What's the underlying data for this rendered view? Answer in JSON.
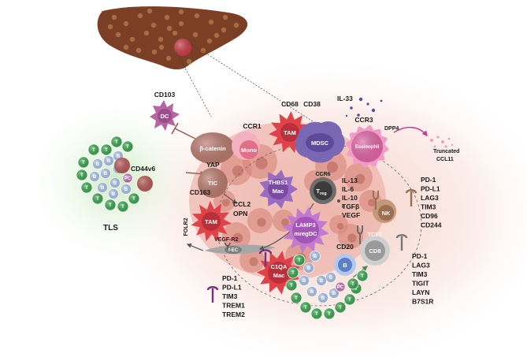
{
  "labels": {
    "tls": "TLS",
    "cd44v6": "CD44v6",
    "cd103": "CD103",
    "dc": "DC",
    "beta_catenin": "β-catenin",
    "ccr1": "CCR1",
    "mono": "Mono",
    "cd68": "CD68",
    "cd38": "CD38",
    "tam": "TAM",
    "mdsc": "MDSC",
    "il33": "IL-33",
    "ccr3": "CCR3",
    "dpp4": "DPP4",
    "eosinophil": "Eosinophil",
    "truncated_ccl11_line1": "Truncated",
    "truncated_ccl11_line2": "CCL11",
    "yap": "YAP",
    "tic": "TIC",
    "ccl2": "CCL2",
    "opn": "OPN",
    "thbs1": "THBS1",
    "mac": "Mac",
    "ccr6": "CCR6",
    "treg_main": "T",
    "treg_sub": "reg",
    "cd163": "CD163",
    "tam2": "TAM",
    "folr2": "FOLR2",
    "vegfr2": "VEGF-R2",
    "fec": "f-EC",
    "lamp3": "LAMP3",
    "mregdc": "mregDC",
    "c1qa": "C1QA",
    "mac2": "Mac",
    "cd20": "CD20",
    "b": "B",
    "tcf1": "TCF1",
    "cd8": "CD8",
    "nk": "NK",
    "cell_t": "T",
    "cell_b": "B",
    "cell_pc": "PC",
    "cytokines": [
      "IL-13",
      "IL-6",
      "IL-10",
      "TGFβ",
      "VEGF"
    ],
    "nk_markers": [
      "PD-1",
      "PD-L1",
      "LAG3",
      "TIM3",
      "CD96",
      "CD244"
    ],
    "cd8_markers": [
      "PD-1",
      "LAG3",
      "TIM3",
      "TIGIT",
      "LAYN",
      "B7S1R"
    ],
    "mac_markers": [
      "PD-1",
      "PD-L1",
      "TIM3",
      "TREM1",
      "TREM2"
    ]
  },
  "colors": {
    "liver": "#7b3f25",
    "liver_spot": "#b07a4a",
    "tumor": "#c94a52",
    "tam": "#e0424a",
    "mdsc": "#6f5ba8",
    "thbs1": "#8a5bb0",
    "treg": "#3a3a3a",
    "lamp3": "#b569c4",
    "eosinophil": "#e85fa7",
    "t_cell": "#3aa64f",
    "b_cell": "#5b7fc8",
    "cd8": "#b8b8b8",
    "nk": "#b98a6a",
    "stroma": "#c98a7e"
  }
}
